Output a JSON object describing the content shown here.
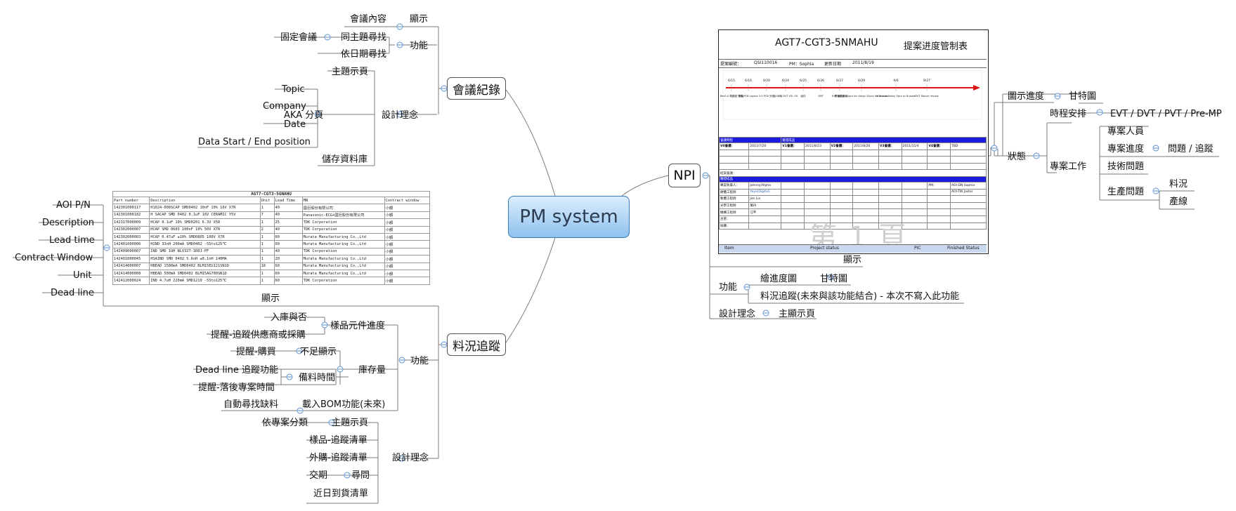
{
  "central": "PM system",
  "branches": {
    "meeting": {
      "label": "會議紀錄",
      "show": {
        "label": "顯示",
        "child": "會議內容"
      },
      "function": {
        "label": "功能",
        "same_topic": "同主題尋找",
        "fixed_meeting": "固定會議",
        "by_date": "依日期尋找"
      },
      "design": {
        "label": "設計理念",
        "main_page": "主題示頁",
        "aka": "AKA 分頁",
        "aka_items": [
          "Topic",
          "Company",
          "Date",
          "Data Start / End position"
        ],
        "store": "儲存資料庫"
      }
    },
    "material": {
      "label": "料況追蹤",
      "show": {
        "label": "顯示",
        "fields": [
          "AOI P/N",
          "Description",
          "Lead time",
          "Contract Window",
          "Unit",
          "Dead line"
        ]
      },
      "function": {
        "label": "功能",
        "sample_progress": "樣品元件進度",
        "sample_children": [
          "入庫與否",
          "提醒-追蹤供應商或採購"
        ],
        "inventory": "庫存量",
        "shortage": "不足顯示",
        "remind_buy": "提醒-購買",
        "prep_time": "備料時間",
        "prep_children": [
          "Dead line 追蹤功能",
          "提醒-落後專案時間"
        ],
        "bom": "載入BOM功能(未來)",
        "auto_find": "自動尋找缺料"
      },
      "design": {
        "label": "設計理念",
        "main_page": "主題示頁",
        "by_project": "依專案分類",
        "sample_list": "樣品-追蹤清單",
        "outsource_list": "外購-追蹤清單",
        "inquiry": "尋問",
        "delivery": "交期",
        "arrival": "近日到貨清單"
      }
    },
    "npi": {
      "label": "NPI",
      "show_label": "顯示",
      "progress": "圖示進度",
      "gantt": "甘特圖",
      "status": "狀態",
      "schedule": "時程安排",
      "phases": "EVT / DVT / PVT / Pre-MP",
      "work": "專案工作",
      "people": "專案人員",
      "proj_progress": "專案進度",
      "issue_track": "問題 / 追蹤",
      "tech": "技術問題",
      "production": "生產問題",
      "material": "料況",
      "yield": "產線",
      "function": "功能",
      "draw_progress": "繪進度圖",
      "gantt2": "甘特圖",
      "material_track": "料況追蹤(未來與該功能結合) - 本次不寫入此功能",
      "design": "設計理念",
      "main_page": "主顯示頁"
    }
  },
  "material_table": {
    "title": "AGT7-CGT3-5GNAHU",
    "headers": [
      "Part number",
      "Description",
      "Unit",
      "Lead Time",
      "MN",
      "Contract window"
    ],
    "rows": [
      [
        "142301000117",
        "H1024-000SCAP SMD0402 10nF 10% 16V X7R",
        "1",
        "40",
        "國巨股份有限公司",
        "小額"
      ],
      [
        "142301000182",
        "H SACAP SMD 0402 0.1uF 16V CERAMIC Y5V",
        "7",
        "40",
        "Panasonic-ECG+國巨股份有限公司",
        "小額"
      ],
      [
        "142317000009",
        "HCAP 0.1uF 10% SMD0201 6.3V X5R",
        "1",
        "25",
        "TDK Corporation",
        "小額"
      ],
      [
        "142302000007",
        "HCAP SMD 0603 100nF 10% 50V X7R",
        "2",
        "40",
        "TDK Corporation",
        "小額"
      ],
      [
        "142302000003",
        "HCAP 0.47uF ±10% SMD0805 100V X7R",
        "1",
        "60",
        "Murata Manufacturing Co.,Ltd",
        "小額"
      ],
      [
        "142401000006",
        "HIND 33nH 200mA SMD0402 -55to125℃",
        "1",
        "60",
        "Murata Manufacturing Co.,Ltd",
        "小額"
      ],
      [
        "142409000007",
        "IND SMD 1UH NLV32T-1R0J-PF",
        "1",
        "40",
        "TDK Corporation",
        "小額"
      ],
      [
        "142401000045",
        "HSAIND SMD 0402 5.6nH ±0.1nH 140MA",
        "1",
        "20",
        "Murata Manufacturing Co.,Ltd",
        "小額"
      ],
      [
        "142414000007",
        "HBEAD 1500mA SMD0402 BLM15EG121SN1D",
        "18",
        "60",
        "Murata Manufacturing Co.,Ltd",
        "小額"
      ],
      [
        "142414000008",
        "HBEAD 500mA SMD0402 BLM15AG700SN1D",
        "1",
        "60",
        "Murata Manufacturing Co.,Ltd",
        "小額"
      ],
      [
        "142412000024",
        "IND 4.7uH 220mA SMD1210 -55to125℃",
        "1",
        "60",
        "TDK Corporation",
        "小額"
      ]
    ]
  },
  "npi_sheet": {
    "title": "AGT7-CGT3-5NMAHU",
    "subtitle": "提案进度管制表",
    "meta": [
      "提案編號：",
      "QSI110016",
      "PM：Sophia",
      "更新日期",
      "2011/8/19"
    ],
    "timeline_dates": [
      "6/15",
      "6/16",
      "6/20",
      "6/24",
      "6/25",
      "6/26",
      "6/27",
      "6/29",
      "9/6",
      "9/27"
    ],
    "timeline_events": [
      "Rev0.0 電路圖 完成",
      "開始PCB Layout",
      "3.0 PCB 完成",
      "出GB廠 DVT YEL OK",
      "組件",
      "SMT",
      "EVT 機件組裝",
      "開始驗證 20pcs for Askey 20pcs for Huawei",
      "10pcs to Askey 5pcs to Huawei",
      "DVT Report review"
    ],
    "section1": "會議時程",
    "section1b": "驗證成品",
    "phases": [
      "V0會議：",
      "V1會議：",
      "V2會議：",
      "V3會議：",
      "V4會議："
    ],
    "phase_dates": [
      "2011/7/20",
      "2011/8/23",
      "2011/8/26",
      "2011/11/4",
      "TBD"
    ],
    "section2": "結案會議：",
    "section2b": "驗證成品",
    "roles": [
      "專案負責人：",
      "硬體工程師",
      "軟體工程師",
      "光學工程師",
      "機構工程師",
      "主管：",
      "採購："
    ],
    "names": [
      "Johnny/Alpha",
      "Yeyo(Digital)",
      "Jim Lin",
      "萬丹",
      "汪芊",
      "",
      ""
    ],
    "pm_label": "PM：",
    "pm_names": [
      "AOI-DN Sophia",
      "AOI-TW Jaster"
    ],
    "watermark": "第 1 頁",
    "footer": [
      "Item",
      "Project status",
      "PIC",
      "Finished Status"
    ]
  }
}
